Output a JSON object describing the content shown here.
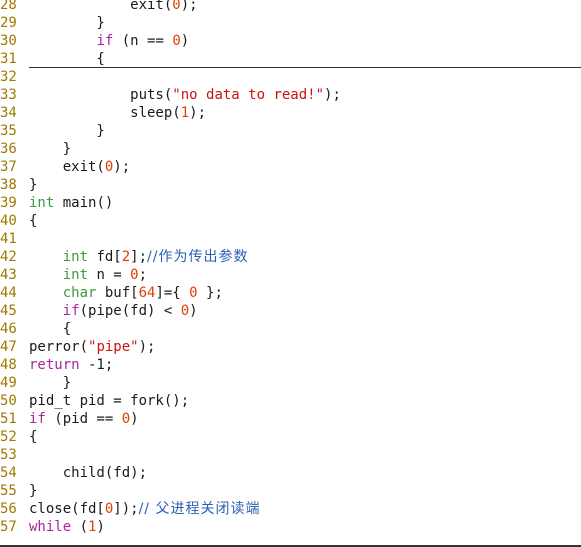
{
  "editor": {
    "lines": [
      {
        "n": "28",
        "t": [
          {
            "c": "            exit("
          },
          {
            "c": "0",
            "k": "num"
          },
          {
            "c": ");"
          }
        ]
      },
      {
        "n": "29",
        "t": [
          {
            "c": "        }"
          }
        ]
      },
      {
        "n": "30",
        "t": [
          {
            "c": "        "
          },
          {
            "c": "if",
            "k": "kw"
          },
          {
            "c": " (n == "
          },
          {
            "c": "0",
            "k": "num"
          },
          {
            "c": ")"
          }
        ]
      },
      {
        "n": "31",
        "t": [
          {
            "c": "        {"
          }
        ],
        "cursor": true
      },
      {
        "n": "32",
        "t": []
      },
      {
        "n": "33",
        "t": [
          {
            "c": "            puts("
          },
          {
            "c": "\"no data to read!\"",
            "k": "str"
          },
          {
            "c": ");"
          }
        ]
      },
      {
        "n": "34",
        "t": [
          {
            "c": "            sleep("
          },
          {
            "c": "1",
            "k": "num"
          },
          {
            "c": ");"
          }
        ]
      },
      {
        "n": "35",
        "t": [
          {
            "c": "        }"
          }
        ]
      },
      {
        "n": "36",
        "t": [
          {
            "c": "    }"
          }
        ]
      },
      {
        "n": "37",
        "t": [
          {
            "c": "    exit("
          },
          {
            "c": "0",
            "k": "num"
          },
          {
            "c": ");"
          }
        ]
      },
      {
        "n": "38",
        "t": [
          {
            "c": "}"
          }
        ]
      },
      {
        "n": "39",
        "t": [
          {
            "c": "int",
            "k": "ty"
          },
          {
            "c": " main()"
          }
        ]
      },
      {
        "n": "40",
        "t": [
          {
            "c": "{"
          }
        ]
      },
      {
        "n": "41",
        "t": []
      },
      {
        "n": "42",
        "t": [
          {
            "c": "    "
          },
          {
            "c": "int",
            "k": "ty"
          },
          {
            "c": " fd["
          },
          {
            "c": "2",
            "k": "num"
          },
          {
            "c": "];"
          },
          {
            "c": "//作为传出参数",
            "k": "cm"
          }
        ]
      },
      {
        "n": "43",
        "t": [
          {
            "c": "    "
          },
          {
            "c": "int",
            "k": "ty"
          },
          {
            "c": " n = "
          },
          {
            "c": "0",
            "k": "num"
          },
          {
            "c": ";"
          }
        ]
      },
      {
        "n": "44",
        "t": [
          {
            "c": "    "
          },
          {
            "c": "char",
            "k": "ty"
          },
          {
            "c": " buf["
          },
          {
            "c": "64",
            "k": "num"
          },
          {
            "c": "]={ "
          },
          {
            "c": "0",
            "k": "num"
          },
          {
            "c": " };"
          }
        ]
      },
      {
        "n": "45",
        "t": [
          {
            "c": "    "
          },
          {
            "c": "if",
            "k": "kw"
          },
          {
            "c": "(pipe(fd) < "
          },
          {
            "c": "0",
            "k": "num"
          },
          {
            "c": ")"
          }
        ]
      },
      {
        "n": "46",
        "t": [
          {
            "c": "    {"
          }
        ]
      },
      {
        "n": "47",
        "t": [
          {
            "c": "perror("
          },
          {
            "c": "\"pipe\"",
            "k": "str"
          },
          {
            "c": ");"
          }
        ]
      },
      {
        "n": "48",
        "t": [
          {
            "c": "return",
            "k": "kw"
          },
          {
            "c": " -1;"
          }
        ]
      },
      {
        "n": "49",
        "t": [
          {
            "c": "    }"
          }
        ]
      },
      {
        "n": "50",
        "t": [
          {
            "c": "pid_t pid = fork();"
          }
        ]
      },
      {
        "n": "51",
        "t": [
          {
            "c": "if",
            "k": "kw"
          },
          {
            "c": " (pid == "
          },
          {
            "c": "0",
            "k": "num"
          },
          {
            "c": ")"
          }
        ]
      },
      {
        "n": "52",
        "t": [
          {
            "c": "{"
          }
        ]
      },
      {
        "n": "53",
        "t": []
      },
      {
        "n": "54",
        "t": [
          {
            "c": "    child(fd);"
          }
        ]
      },
      {
        "n": "55",
        "t": [
          {
            "c": "}"
          }
        ]
      },
      {
        "n": "56",
        "t": [
          {
            "c": "close(fd["
          },
          {
            "c": "0",
            "k": "num"
          },
          {
            "c": "]);"
          },
          {
            "c": "// 父进程关闭读端",
            "k": "cm"
          }
        ]
      },
      {
        "n": "57",
        "t": [
          {
            "c": "while",
            "k": "kw"
          },
          {
            "c": " ("
          },
          {
            "c": "1",
            "k": "num"
          },
          {
            "c": ")"
          }
        ]
      }
    ]
  },
  "colors": {
    "line_number": "#a07800",
    "keyword": "#a626a4",
    "type": "#3d9a3d",
    "number": "#e04000",
    "string": "#d01010",
    "comment": "#2b5fb3"
  }
}
